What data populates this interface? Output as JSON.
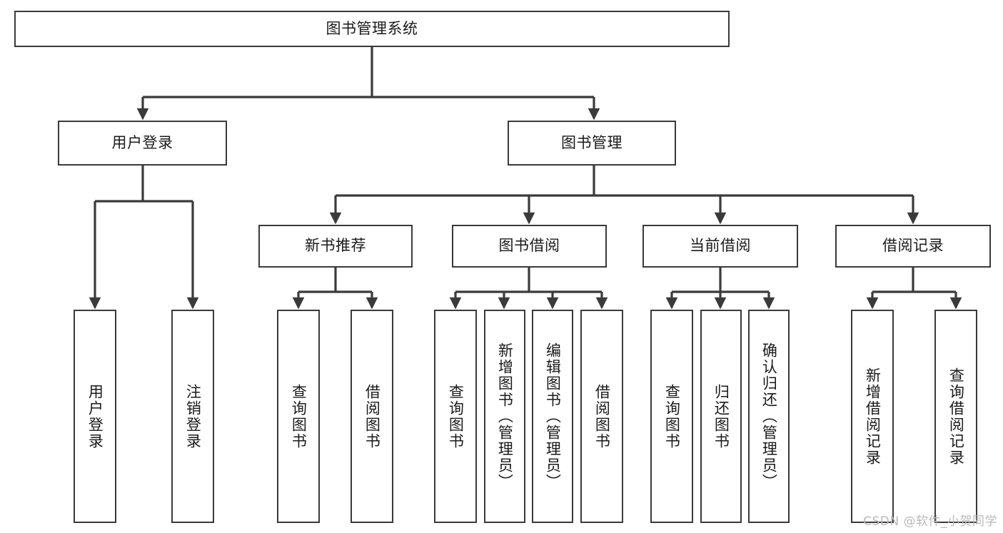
{
  "diagram": {
    "title": "图书管理系统",
    "watermark": "CSDN @软件_小贺同学",
    "colors": {
      "box_border": "#3a3a3a",
      "box_fill": "#ffffff",
      "edge": "#3a3a3a",
      "text": "#1a1a1a",
      "watermark": "#b9b9b9",
      "background": "#ffffff"
    },
    "nodes": {
      "root": {
        "label": "图书管理系统",
        "orientation": "horizontal"
      },
      "level2": [
        {
          "id": "user-login",
          "label": "用户登录",
          "orientation": "horizontal"
        },
        {
          "id": "book-management",
          "label": "图书管理",
          "orientation": "horizontal"
        }
      ],
      "level3": [
        {
          "id": "new-book-recommend",
          "label": "新书推荐",
          "orientation": "horizontal"
        },
        {
          "id": "book-borrow",
          "label": "图书借阅",
          "orientation": "horizontal"
        },
        {
          "id": "current-borrow",
          "label": "当前借阅",
          "orientation": "horizontal"
        },
        {
          "id": "borrow-record",
          "label": "借阅记录",
          "orientation": "horizontal"
        }
      ],
      "leaves": [
        {
          "id": "leaf-user-login",
          "label": "用户登录",
          "orientation": "vertical",
          "parent": "user-login"
        },
        {
          "id": "leaf-user-logout",
          "label": "注销登录",
          "orientation": "vertical",
          "parent": "user-login"
        },
        {
          "id": "leaf-query-book-1",
          "label": "查询图书",
          "orientation": "vertical",
          "parent": "new-book-recommend"
        },
        {
          "id": "leaf-borrow-book-1",
          "label": "借阅图书",
          "orientation": "vertical",
          "parent": "new-book-recommend"
        },
        {
          "id": "leaf-query-book-2",
          "label": "查询图书",
          "orientation": "vertical",
          "parent": "book-borrow"
        },
        {
          "id": "leaf-add-book",
          "label": "新增图书（管理员）",
          "orientation": "vertical",
          "parent": "book-borrow"
        },
        {
          "id": "leaf-edit-book",
          "label": "编辑图书（管理员）",
          "orientation": "vertical",
          "parent": "book-borrow"
        },
        {
          "id": "leaf-borrow-book-2",
          "label": "借阅图书",
          "orientation": "vertical",
          "parent": "book-borrow"
        },
        {
          "id": "leaf-query-book-3",
          "label": "查询图书",
          "orientation": "vertical",
          "parent": "current-borrow"
        },
        {
          "id": "leaf-return-book",
          "label": "归还图书",
          "orientation": "vertical",
          "parent": "current-borrow"
        },
        {
          "id": "leaf-confirm-return",
          "label": "确认归还（管理员）",
          "orientation": "vertical",
          "parent": "current-borrow"
        },
        {
          "id": "leaf-add-record",
          "label": "新增借阅记录",
          "orientation": "vertical",
          "parent": "borrow-record"
        },
        {
          "id": "leaf-query-record",
          "label": "查询借阅记录",
          "orientation": "vertical",
          "parent": "borrow-record"
        }
      ]
    }
  }
}
